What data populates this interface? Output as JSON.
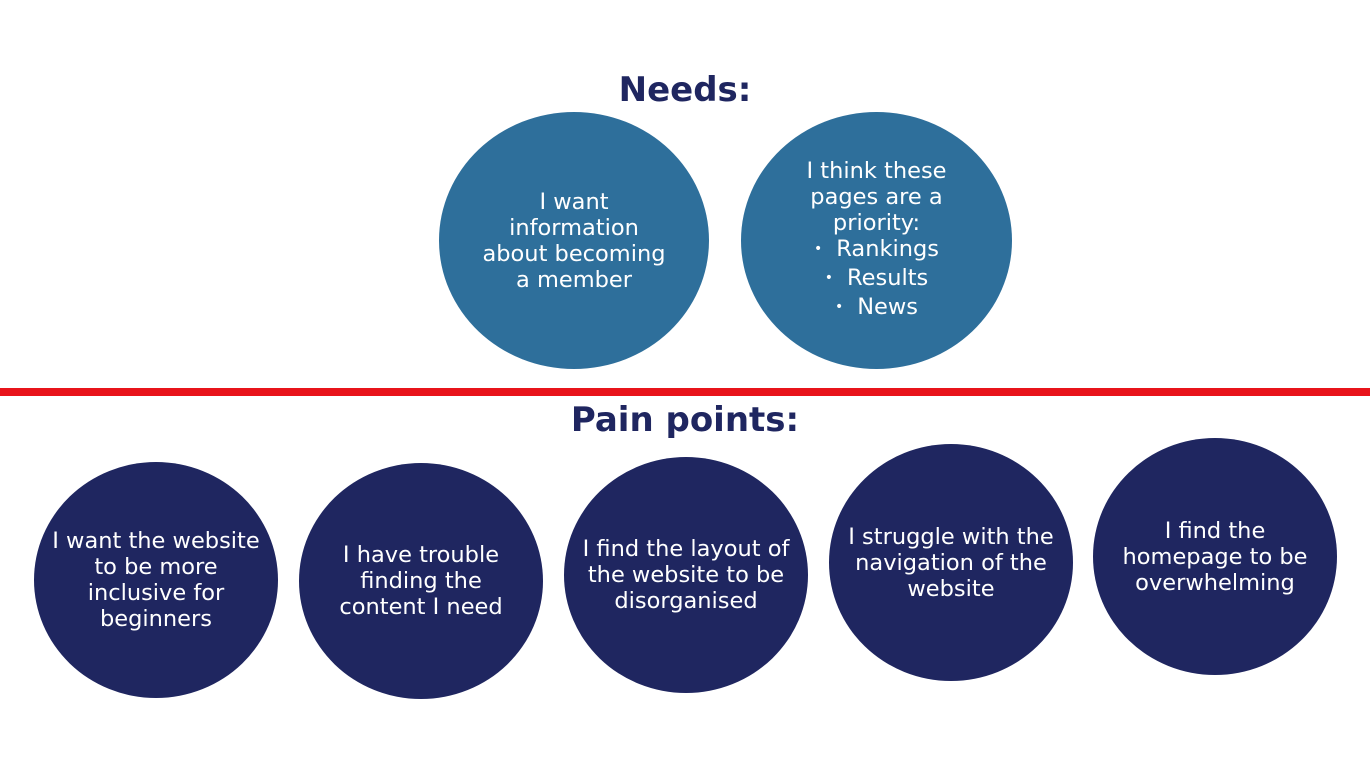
{
  "needs": {
    "heading": "Needs:",
    "items": [
      {
        "text": "I want information about becoming a member"
      },
      {
        "text": "I think these pages are a priority:",
        "bullets": [
          "Rankings",
          "Results",
          "News"
        ]
      }
    ]
  },
  "pain_points": {
    "heading": "Pain points:",
    "items": [
      {
        "text": "I want the website to be more inclusive for beginners"
      },
      {
        "text": "I have trouble finding the content I need"
      },
      {
        "text": "I find the layout of the website to be disorganised"
      },
      {
        "text": "I struggle with the navigation of the website"
      },
      {
        "text": "I find the homepage to be overwhelming"
      }
    ]
  },
  "colors": {
    "heading": "#1f2660",
    "need_bubble": "#2e6f9b",
    "pain_bubble": "#1f2660",
    "divider": "#e8141b",
    "bubble_text": "#ffffff"
  }
}
